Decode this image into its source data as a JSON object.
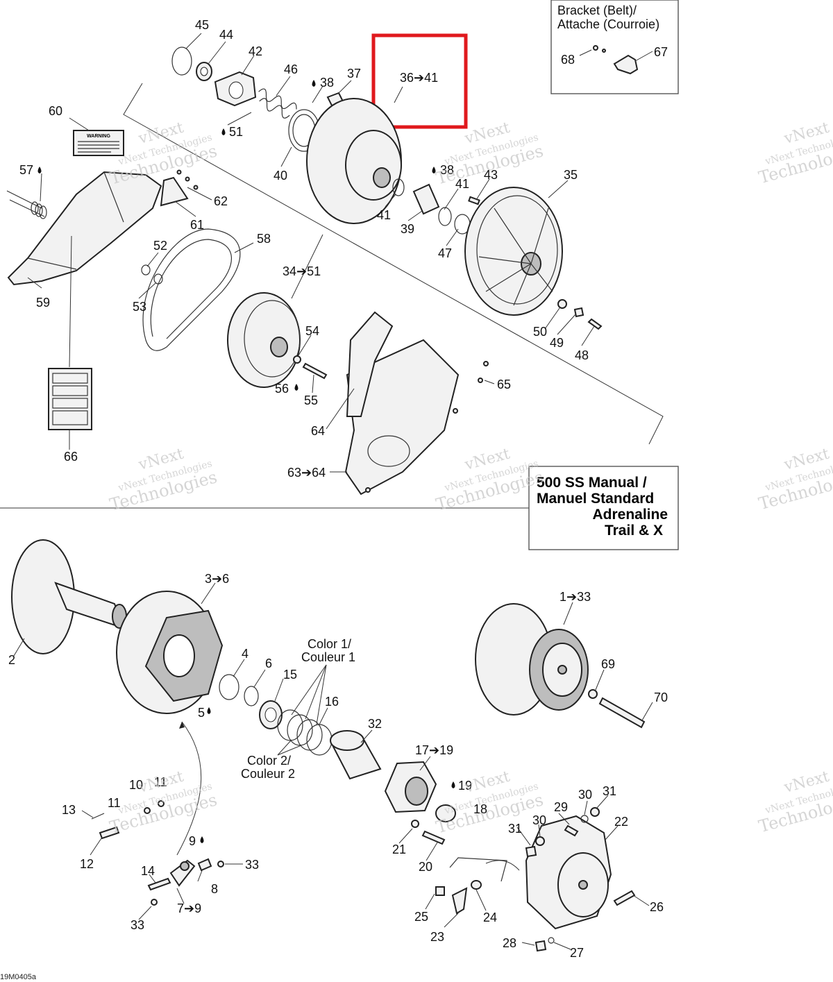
{
  "bracket_box": {
    "title_line1": "Bracket (Belt)/",
    "title_line2": "Attache (Courroie)",
    "callouts": [
      "68",
      "67"
    ]
  },
  "model_box": {
    "line1": "500 SS Manual /",
    "line2": "Manuel Standard",
    "line3": "Adrenaline",
    "line4": "Trail & X"
  },
  "highlight": {
    "label": "36➔41",
    "color": "#e0191d"
  },
  "color_notes": {
    "color1_line1": "Color 1/",
    "color1_line2": "Couleur 1",
    "color2_line1": "Color 2/",
    "color2_line2": "Couleur 2"
  },
  "callouts": {
    "c45": "45",
    "c44": "44",
    "c42": "42",
    "c46": "46",
    "c38a": "38",
    "c37": "37",
    "c60": "60",
    "c51": "51",
    "c40": "40",
    "c57": "57",
    "c62": "62",
    "c61": "61",
    "c41a": "41",
    "c38b": "38",
    "c43": "43",
    "c35": "35",
    "c41b": "41",
    "c39": "39",
    "c47": "47",
    "c52": "52",
    "c58": "58",
    "c53": "53",
    "c59": "59",
    "c3451": "34➔51",
    "c54": "54",
    "c50": "50",
    "c49": "49",
    "c48": "48",
    "c56": "56",
    "c55": "55",
    "c65": "65",
    "c64": "64",
    "c6364": "63➔64",
    "c66": "66",
    "c36": "3➔6",
    "c133": "1➔33",
    "c2": "2",
    "c4": "4",
    "c6": "6",
    "c15": "15",
    "c69": "69",
    "c70": "70",
    "c5": "5",
    "c16": "16",
    "c32": "32",
    "c1719": "17➔19",
    "c10": "10",
    "c11a": "11",
    "c11b": "11",
    "c13": "13",
    "c12": "12",
    "c19": "19",
    "c18": "18",
    "c30a": "30",
    "c31a": "31",
    "c29": "29",
    "c22": "22",
    "c31b": "31",
    "c30b": "30",
    "c9": "9",
    "c33a": "33",
    "c8": "8",
    "c14": "14",
    "c79": "7➔9",
    "c33b": "33",
    "c21": "21",
    "c20": "20",
    "c25": "25",
    "c24": "24",
    "c23": "23",
    "c26": "26",
    "c28": "28",
    "c27": "27"
  },
  "watermark": {
    "line1": "vNext",
    "line2": "vNext Technologies",
    "line3": "Technologies"
  },
  "warning_label": "WARNING",
  "figure_code": "19M0405a"
}
